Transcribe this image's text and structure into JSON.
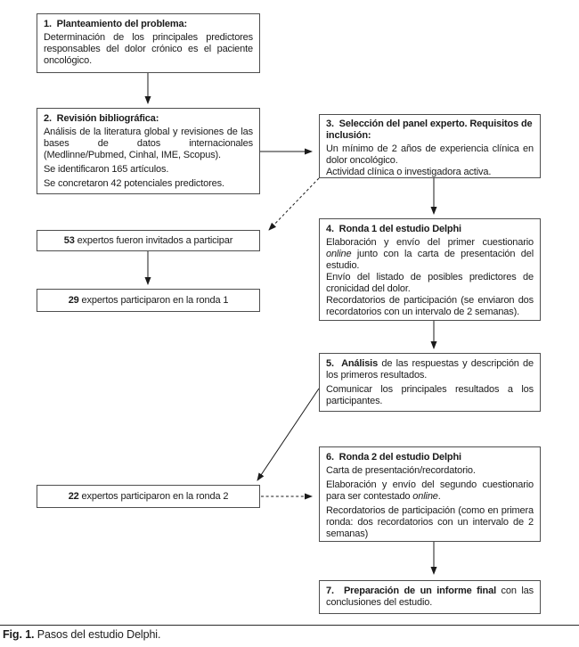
{
  "steps": {
    "s1": {
      "title": "1.  Planteamiento del problema:",
      "p1": "Determinación de los principales predictores responsables del dolor crónico es el paciente oncológico."
    },
    "s2": {
      "title": "2.  Revisión bibliográfica:",
      "p1": "Análisis de la literatura global y revisiones de las bases de datos internacionales (Medlinne/Pubmed, Cinhal, IME, Scopus).",
      "p2": "Se identificaron 165 artículos.",
      "p3": "Se concretaron 42 potenciales predictores."
    },
    "s3": {
      "title": "3.  Selección del panel experto. Requisitos de inclusión:",
      "p1": "Un mínimo de 2 años de experiencia clínica en dolor oncológico.",
      "p2": "Actividad clínica o investigadora activa."
    },
    "s4": {
      "title": "4.  Ronda 1 del estudio Delphi",
      "p1_pre": "Elaboración y envío del primer cuestionario ",
      "p1_italic": "online",
      "p1_post": " junto con la carta de presentación del estudio.",
      "p2": "Envío del listado de posibles predictores de cronicidad del dolor.",
      "p3": "Recordatorios de participación (se enviaron dos recordatorios con un intervalo de 2 semanas)."
    },
    "s5": {
      "lead": "5.  Análisis",
      "p1_rest": " de las respuestas y descripción de los primeros resultados.",
      "p2": "Comunicar los principales resultados a los participantes."
    },
    "s6": {
      "title": "6.  Ronda 2 del estudio Delphi",
      "p1": "Carta de presentación/recordatorio.",
      "p2_pre": "Elaboración y envío del segundo cuestionario para ser contestado ",
      "p2_italic": "online",
      "p2_post": ".",
      "p3": "Recordatorios de participación (como en primera ronda: dos recordatorios con un intervalo de 2 semanas)"
    },
    "s7": {
      "lead": "7.  Preparación de un informe final",
      "rest": " con las conclusiones del estudio."
    }
  },
  "experts": {
    "invited": {
      "count": "53",
      "text": " expertos fueron invitados a participar"
    },
    "round1": {
      "count": "29",
      "text": " expertos participaron en la ronda 1"
    },
    "round2": {
      "count": "22",
      "text": " expertos participaron en la ronda 2"
    }
  },
  "caption": {
    "label": "Fig. 1.",
    "text": " Pasos del estudio Delphi."
  },
  "colors": {
    "box_border": "#4e4e4e",
    "text": "#1b1b1b",
    "arrow": "#1b1b1b",
    "background": "#ffffff"
  }
}
